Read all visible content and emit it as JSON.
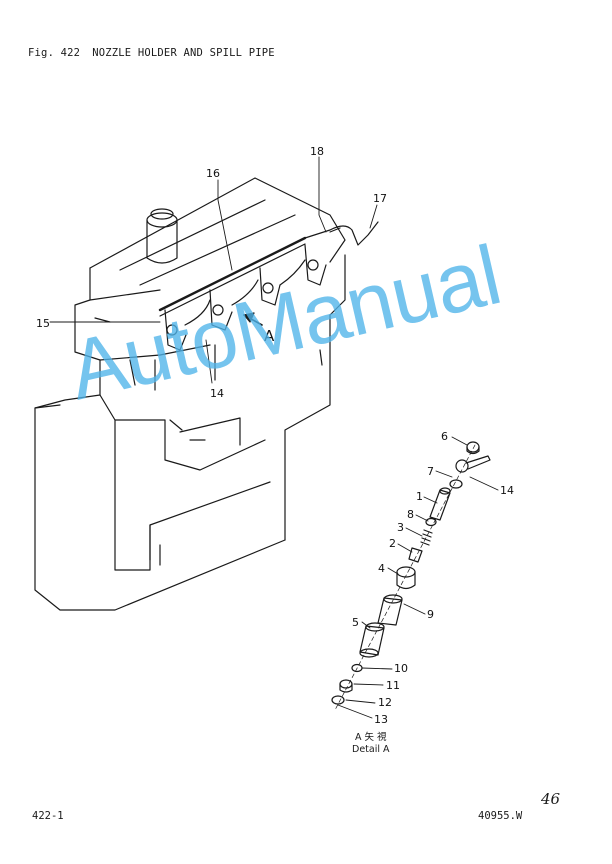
{
  "figure": {
    "number": "Fig. 422",
    "title": "NOZZLE HOLDER AND SPILL PIPE"
  },
  "view_marker": "A",
  "detail": {
    "jp": "A 矢 視",
    "en": "Detail A"
  },
  "callouts": {
    "c1": "1",
    "c2": "2",
    "c3": "3",
    "c4": "4",
    "c5": "5",
    "c6": "6",
    "c7": "7",
    "c8": "8",
    "c9": "9",
    "c10": "10",
    "c11": "11",
    "c12": "12",
    "c13": "13",
    "c14_detail": "14",
    "c14_engine": "14",
    "c15": "15",
    "c16": "16",
    "c17": "17",
    "c18": "18"
  },
  "footer": {
    "page_ref": "422-1",
    "doc_code": "40955.W",
    "handwritten_page": "46"
  },
  "watermark": {
    "text": "AutoManual",
    "color": "#4fb4ea"
  }
}
